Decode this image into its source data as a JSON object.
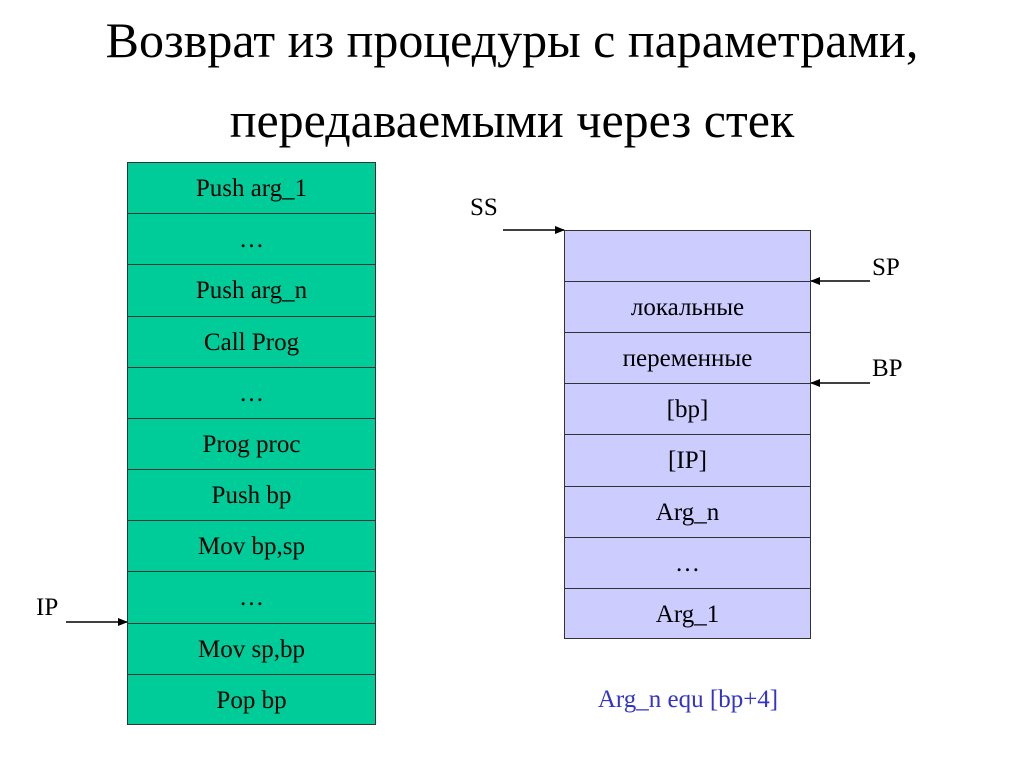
{
  "title": {
    "line1": "Возврат из процедуры с параметрами,",
    "line2": "передаваемыми через стек"
  },
  "code_table": {
    "rows": [
      "Push arg_1",
      "…",
      "Push arg_n",
      "Call Prog",
      "…",
      "Prog proc",
      "Push bp",
      "Mov bp,sp",
      "…",
      "Mov sp,bp",
      "Pop bp"
    ],
    "color": "#00cc99"
  },
  "stack_frame": {
    "cells": [
      "",
      "локальные",
      "переменные",
      "[bp]",
      "[IP]",
      "Arg_n",
      "…",
      "Arg_1"
    ],
    "color": "#ccccff"
  },
  "pointers": {
    "ss": "SS",
    "sp": "SP",
    "bp": "BP",
    "ip": "IP"
  },
  "note": {
    "text": "Arg_n equ [bp+4]",
    "color": "#3333cc"
  }
}
